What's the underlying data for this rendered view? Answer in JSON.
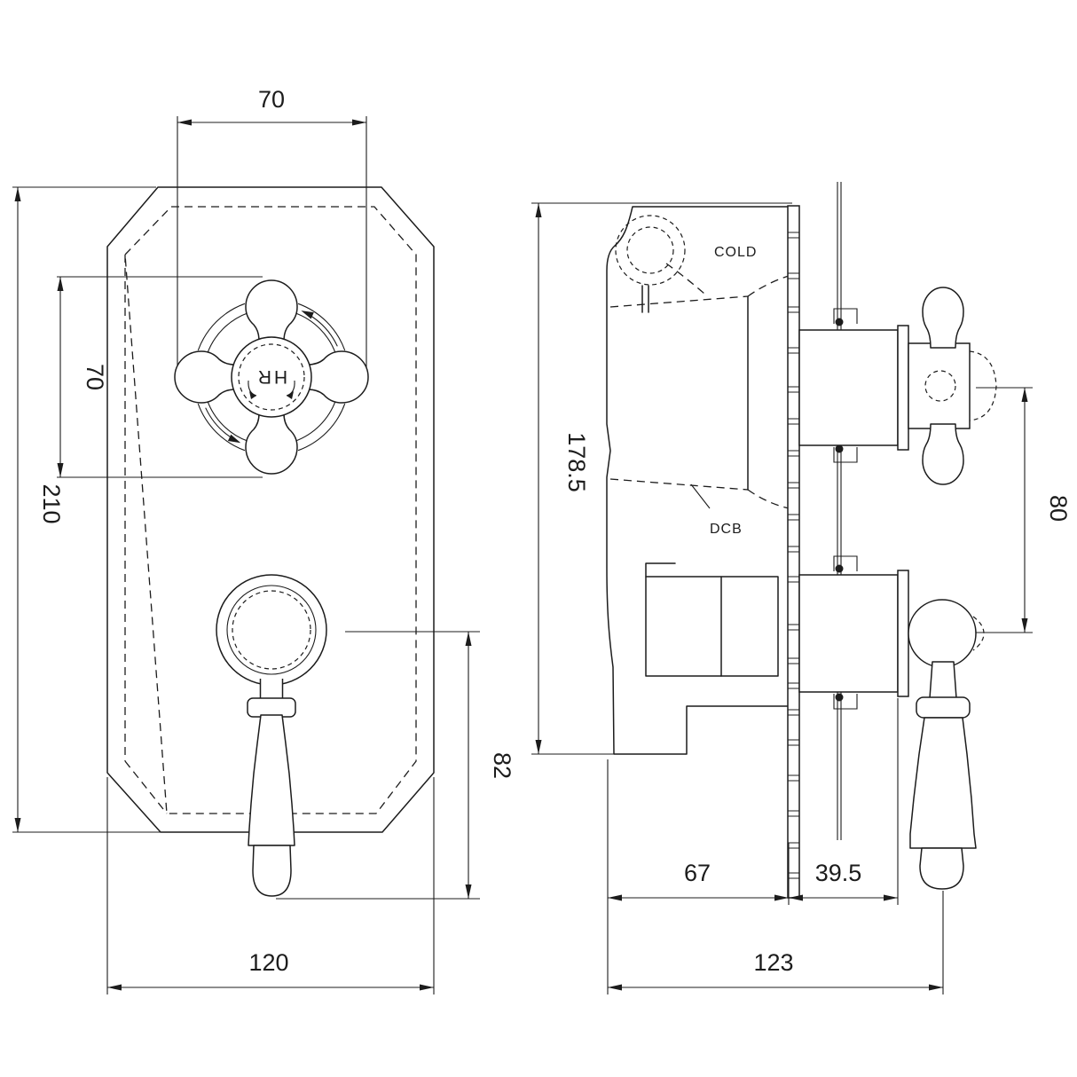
{
  "front_view": {
    "dims": {
      "handle_width": "70",
      "handle_height": "70",
      "plate_height": "210",
      "plate_width": "120",
      "lever_drop": "82"
    },
    "handle_center_label": "HR"
  },
  "side_view": {
    "dims": {
      "overall_height": "178.5",
      "handle_spacing": "80",
      "body_depth": "67",
      "wall_to_handle": "39.5",
      "overall_depth": "123"
    },
    "labels": {
      "cold_inlet": "COLD",
      "code": "DCB"
    }
  },
  "colors": {
    "line": "#1c1c1c",
    "background": "#ffffff"
  }
}
